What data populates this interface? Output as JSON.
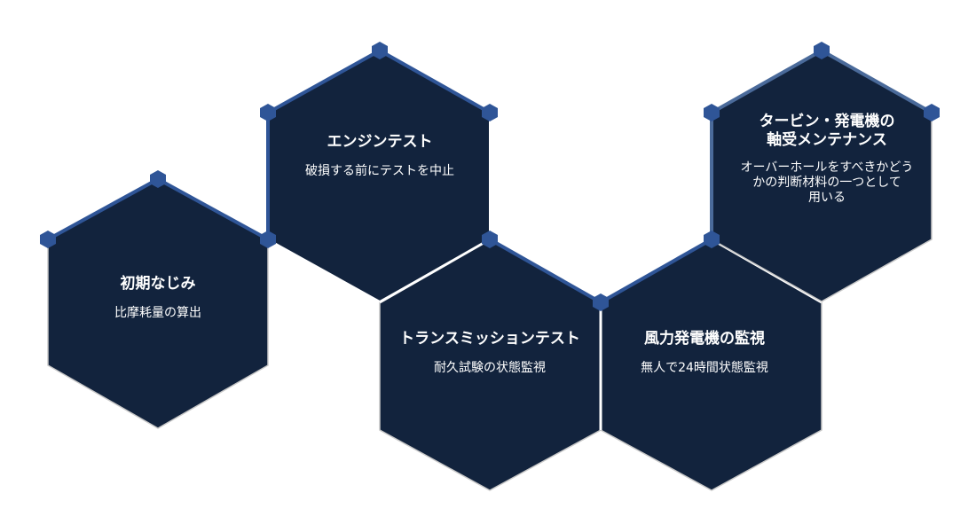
{
  "colors": {
    "hex_fill": "#12233d",
    "accent_blue": "#2f5597",
    "edge_light": "#d0d0d0",
    "text": "#ffffff",
    "background": "#ffffff"
  },
  "hexagons": [
    {
      "id": "running-in",
      "title": "初期なじみ",
      "description": "比摩耗量の算出"
    },
    {
      "id": "engine-test",
      "title": "エンジンテスト",
      "description": "破損する前にテストを中止"
    },
    {
      "id": "transmission-test",
      "title": "トランスミッションテスト",
      "description": "耐久試験の状態監視"
    },
    {
      "id": "wind-turbine-monitoring",
      "title": "風力発電機の監視",
      "description": "無人で24時間状態監視"
    },
    {
      "id": "turbine-generator-bearing",
      "title_line1": "タービン・発電機の",
      "title_line2": "軸受メンテナンス",
      "description_line1": "オーバーホールをすべきかどう",
      "description_line2": "かの判断材料の一つとして",
      "description_line3": "用いる"
    }
  ]
}
